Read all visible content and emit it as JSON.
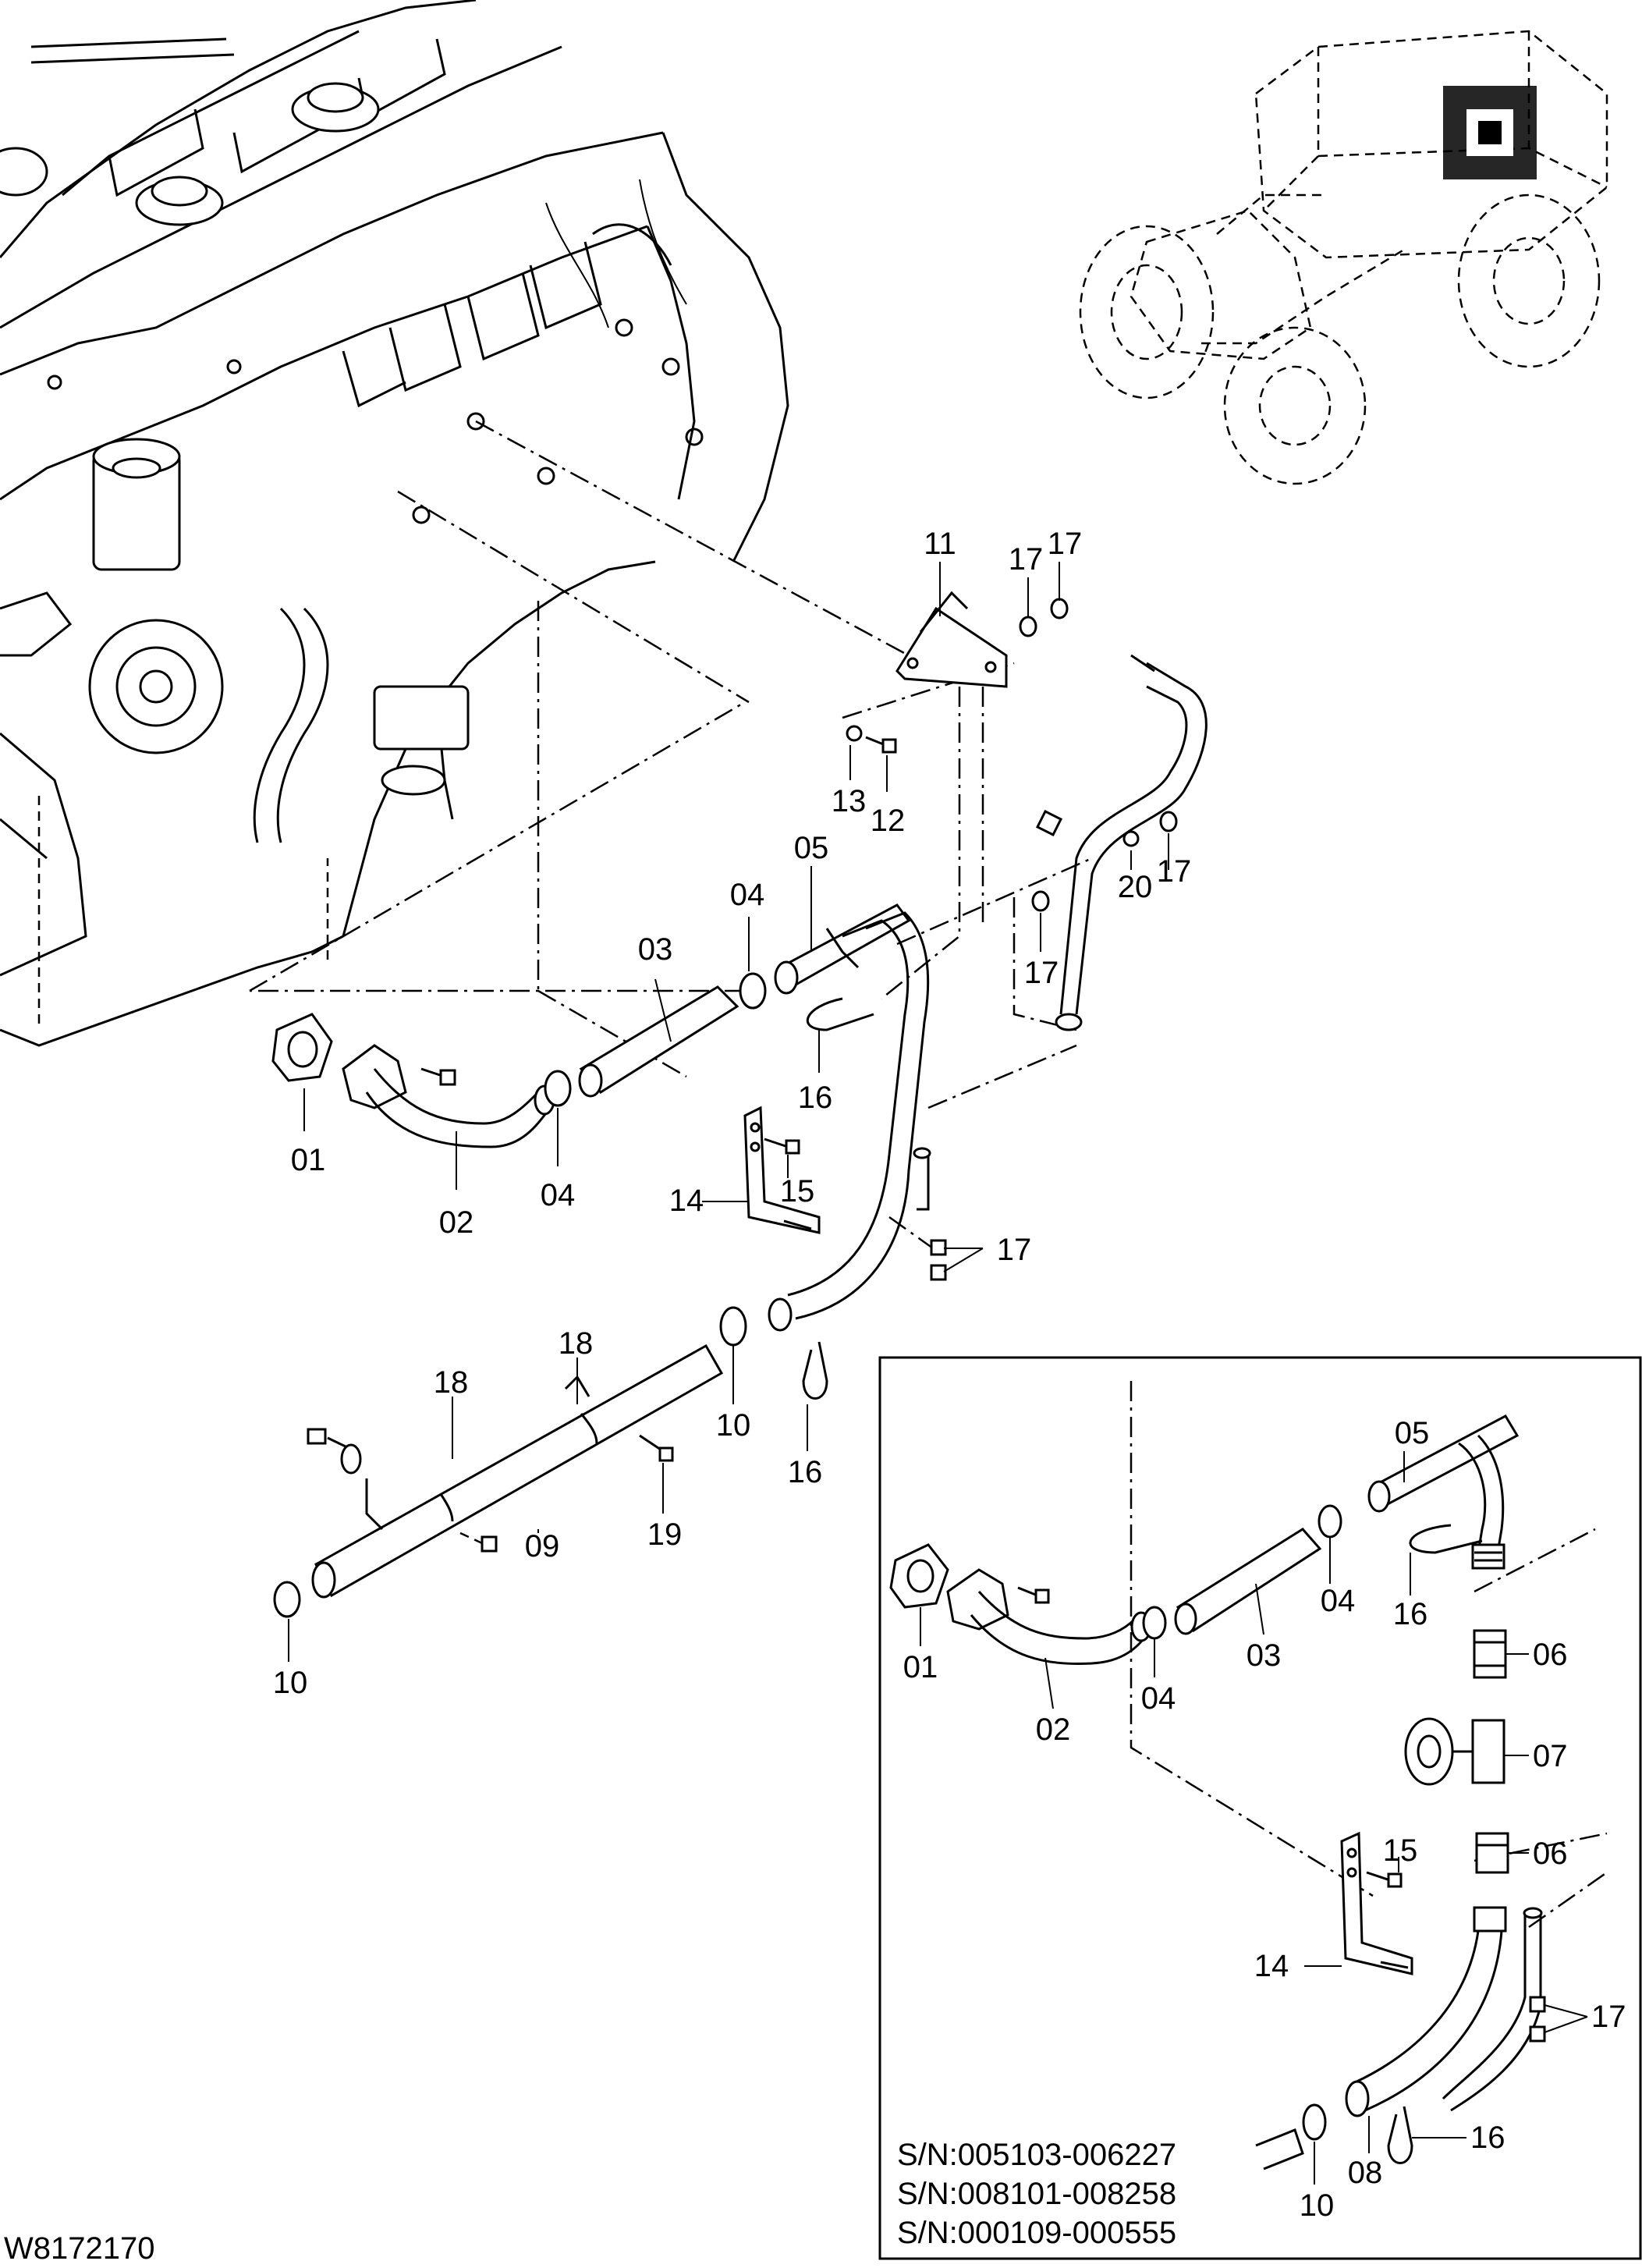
{
  "drawing_number": "W8172170",
  "inset_serial_numbers": [
    "S/N:005103-006227",
    "S/N:008101-008258",
    "S/N:000109-000555"
  ],
  "main_labels": {
    "p01": "01",
    "p02": "02",
    "p03": "03",
    "p04a": "04",
    "p04b": "04",
    "p05": "05",
    "p09": "09",
    "p10a": "10",
    "p10b": "10",
    "p11": "11",
    "p12": "12",
    "p13": "13",
    "p14": "14",
    "p15": "15",
    "p16a": "16",
    "p16b": "16",
    "p17a": "17",
    "p17b": "17",
    "p17c": "17",
    "p17d": "17",
    "p17e": "17",
    "p18a": "18",
    "p18b": "18",
    "p19": "19",
    "p20": "20"
  },
  "inset_labels": {
    "p01": "01",
    "p02": "02",
    "p03": "03",
    "p04a": "04",
    "p04b": "04",
    "p05": "05",
    "p06a": "06",
    "p06b": "06",
    "p07": "07",
    "p08": "08",
    "p10": "10",
    "p14": "14",
    "p15": "15",
    "p16a": "16",
    "p16b": "16",
    "p17": "17"
  }
}
